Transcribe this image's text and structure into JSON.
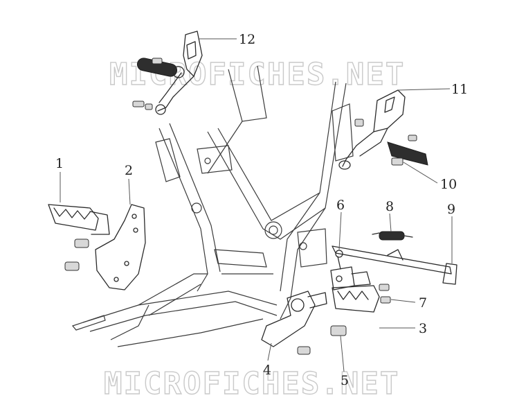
{
  "watermark": {
    "text": "MICROFICHES.NET"
  },
  "callouts": [
    {
      "id": "1",
      "label": "1"
    },
    {
      "id": "2",
      "label": "2"
    },
    {
      "id": "3",
      "label": "3"
    },
    {
      "id": "4",
      "label": "4"
    },
    {
      "id": "5",
      "label": "5"
    },
    {
      "id": "6",
      "label": "6"
    },
    {
      "id": "7",
      "label": "7"
    },
    {
      "id": "8",
      "label": "8"
    },
    {
      "id": "9",
      "label": "9"
    },
    {
      "id": "10",
      "label": "10"
    },
    {
      "id": "11",
      "label": "11"
    },
    {
      "id": "12",
      "label": "12"
    }
  ]
}
